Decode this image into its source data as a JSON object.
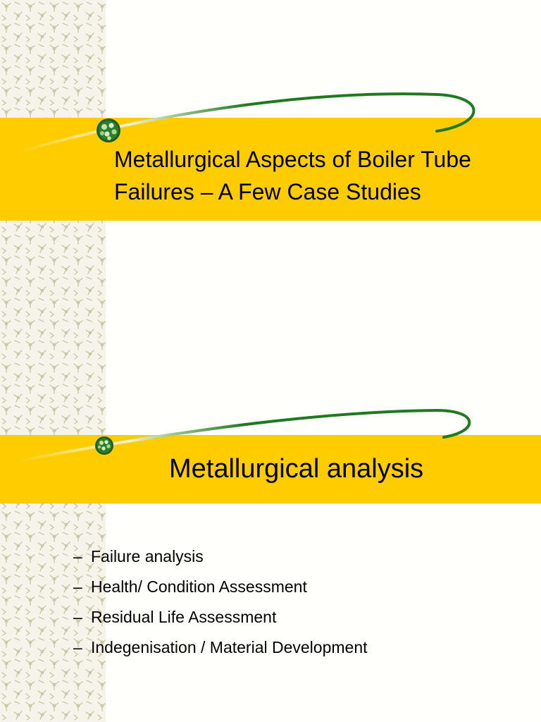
{
  "slides": [
    {
      "title_line1": "Metallurgical Aspects of Boiler Tube",
      "title_line2": "Failures – A Few Case Studies"
    },
    {
      "title": "Metallurgical analysis",
      "bullet_marker": "–",
      "bullets": [
        "Failure analysis",
        "Health/ Condition Assessment",
        "Residual Life Assessment",
        "Indegenisation / Material Development"
      ]
    }
  ],
  "colors": {
    "banner": "#ffcc00",
    "swoosh": "#1f7a1f",
    "pattern": "#c8c8a8"
  },
  "icons": [
    "molecule-pattern",
    "green-ball-icon",
    "swoosh-arc"
  ]
}
